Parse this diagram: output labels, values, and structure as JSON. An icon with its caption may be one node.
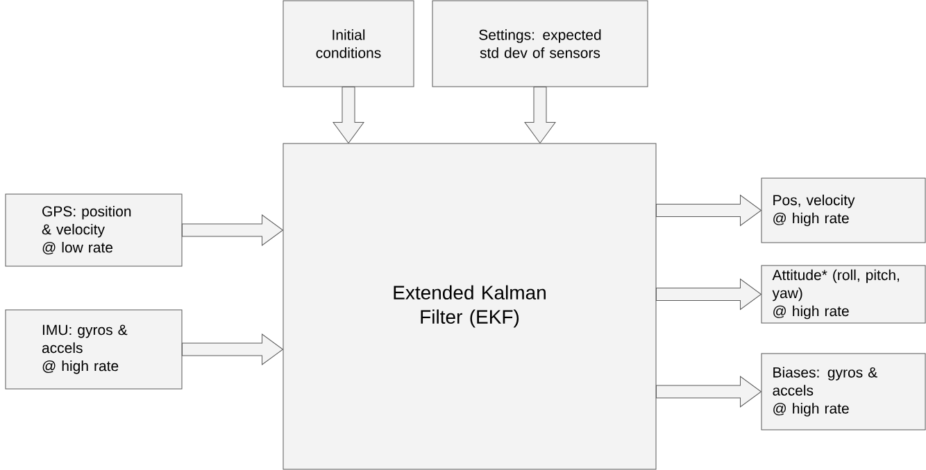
{
  "diagram": {
    "nodes": [
      {
        "text": [
          "Initial conditions"
        ]
      },
      {
        "text": [
          "Settings: expected std dev of sensors"
        ]
      },
      {
        "text": [
          "Extended Kalman Filter (EKF)"
        ]
      },
      {
        "text": [
          "GPS: position & velocity",
          "@ low rate"
        ]
      },
      {
        "text": [
          "IMU: gyros & accels",
          "@ high rate"
        ]
      },
      {
        "text": [
          "Pos, velocity",
          "@ high rate"
        ]
      },
      {
        "text": [
          "Attitude* (roll, pitch, yaw)",
          "@ high rate"
        ]
      },
      {
        "text": [
          "Biases: gyros & accels",
          "@ high rate"
        ]
      }
    ],
    "edges": [
      {
        "from": 0,
        "to": 2,
        "arrow": "to"
      },
      {
        "from": 1,
        "to": 2,
        "arrow": "to"
      },
      {
        "from": 3,
        "to": 2,
        "arrow": "to"
      },
      {
        "from": 4,
        "to": 2,
        "arrow": "to"
      },
      {
        "from": 2,
        "to": 5,
        "arrow": "to"
      },
      {
        "from": 2,
        "to": 6,
        "arrow": "to"
      },
      {
        "from": 2,
        "to": 7,
        "arrow": "to"
      }
    ]
  }
}
